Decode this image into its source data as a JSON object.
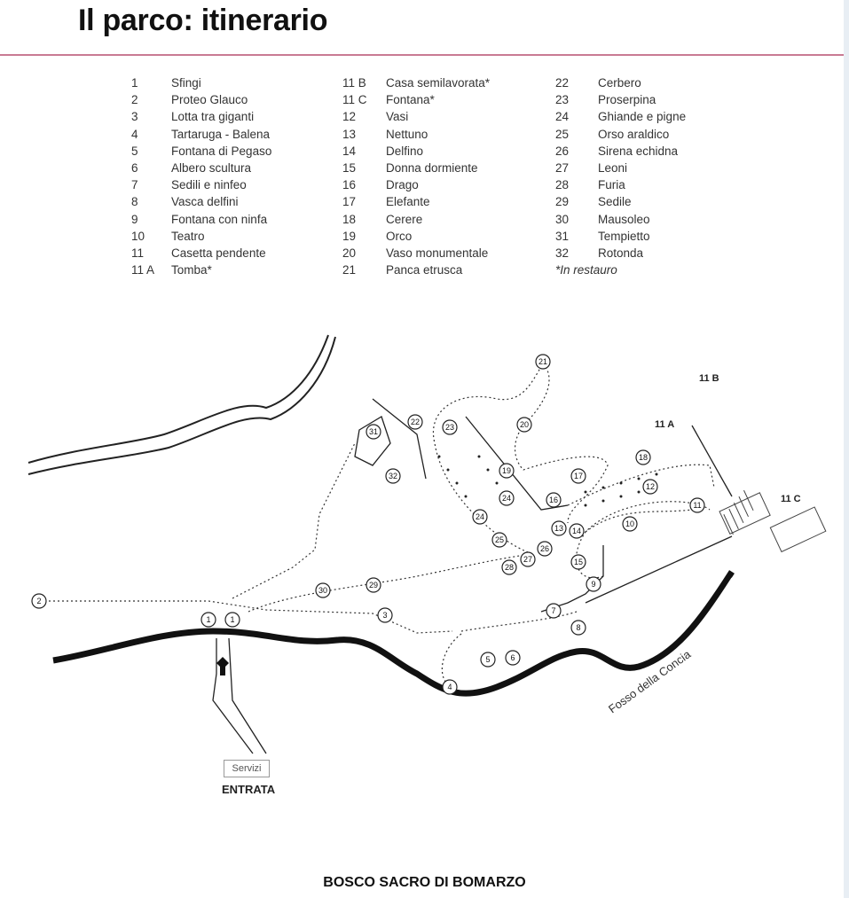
{
  "title": "Il parco: itinerario",
  "legend": {
    "col1": [
      {
        "num": "1",
        "name": "Sfingi"
      },
      {
        "num": "2",
        "name": "Proteo Glauco"
      },
      {
        "num": "3",
        "name": "Lotta tra giganti"
      },
      {
        "num": "4",
        "name": "Tartaruga - Balena"
      },
      {
        "num": "5",
        "name": "Fontana di Pegaso"
      },
      {
        "num": "6",
        "name": "Albero scultura"
      },
      {
        "num": "7",
        "name": "Sedili e ninfeo"
      },
      {
        "num": "8",
        "name": "Vasca delfini"
      },
      {
        "num": "9",
        "name": "Fontana con ninfa"
      },
      {
        "num": "10",
        "name": "Teatro"
      },
      {
        "num": "11",
        "name": "Casetta pendente"
      },
      {
        "num": "11 A",
        "name": "Tomba*"
      }
    ],
    "col2": [
      {
        "num": "11 B",
        "name": "Casa semilavorata*"
      },
      {
        "num": "11 C",
        "name": "Fontana*"
      },
      {
        "num": "12",
        "name": "Vasi"
      },
      {
        "num": "13",
        "name": "Nettuno"
      },
      {
        "num": "14",
        "name": "Delfino"
      },
      {
        "num": "15",
        "name": "Donna dormiente"
      },
      {
        "num": "16",
        "name": "Drago"
      },
      {
        "num": "17",
        "name": "Elefante"
      },
      {
        "num": "18",
        "name": "Cerere"
      },
      {
        "num": "19",
        "name": "Orco"
      },
      {
        "num": "20",
        "name": "Vaso monumentale"
      },
      {
        "num": "21",
        "name": "Panca etrusca"
      }
    ],
    "col3": [
      {
        "num": "22",
        "name": "Cerbero"
      },
      {
        "num": "23",
        "name": "Proserpina"
      },
      {
        "num": "24",
        "name": "Ghiande e pigne"
      },
      {
        "num": "25",
        "name": "Orso araldico"
      },
      {
        "num": "26",
        "name": "Sirena echidna"
      },
      {
        "num": "27",
        "name": "Leoni"
      },
      {
        "num": "28",
        "name": "Furia"
      },
      {
        "num": "29",
        "name": "Sedile"
      },
      {
        "num": "30",
        "name": "Mausoleo"
      },
      {
        "num": "31",
        "name": "Tempietto"
      },
      {
        "num": "32",
        "name": "Rotonda"
      }
    ],
    "note": "*In restauro"
  },
  "map": {
    "markers": [
      "21",
      "20",
      "22",
      "23",
      "31",
      "32",
      "19",
      "24",
      "24",
      "17",
      "18",
      "16",
      "12",
      "11",
      "10",
      "13",
      "14",
      "26",
      "25",
      "15",
      "27",
      "28",
      "9",
      "7",
      "8",
      "30",
      "29",
      "3",
      "2",
      "1",
      "1",
      "5",
      "6",
      "4"
    ],
    "area_labels": {
      "b": "11 B",
      "a": "11 A",
      "c": "11 C"
    },
    "river": "Fosso della Concia",
    "services": "Servizi",
    "entrance": "ENTRATA"
  },
  "footer": "BOSCO SACRO DI BOMARZO"
}
